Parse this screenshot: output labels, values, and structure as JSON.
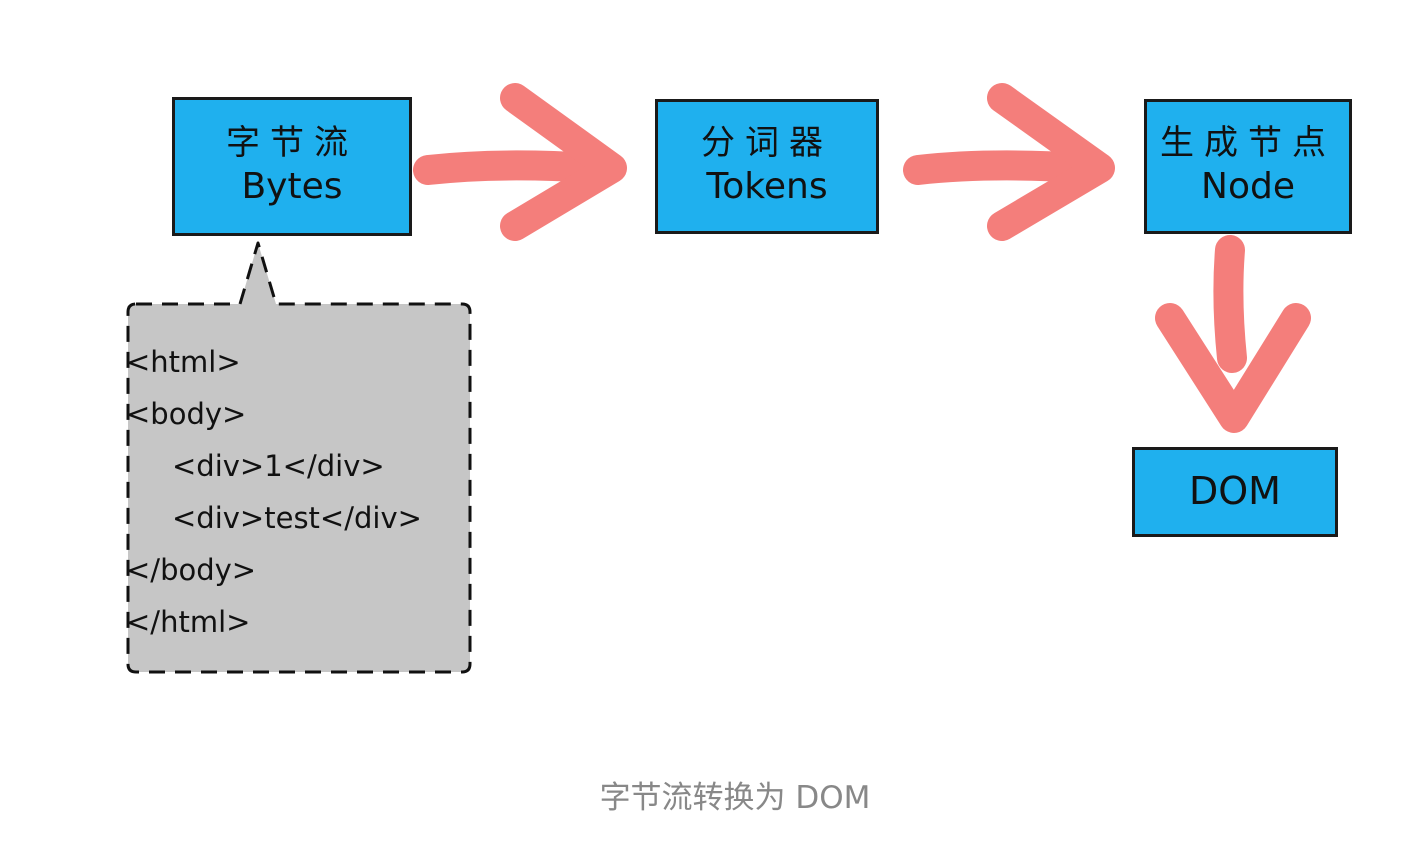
{
  "diagram": {
    "nodes": [
      {
        "id": "bytes",
        "title": "字节流",
        "subtitle": "Bytes"
      },
      {
        "id": "tokens",
        "title": "分词器",
        "subtitle": "Tokens"
      },
      {
        "id": "node",
        "title": "生成节点",
        "subtitle": "Node"
      },
      {
        "id": "dom",
        "title": "DOM"
      }
    ],
    "edges": [
      {
        "from": "bytes",
        "to": "tokens"
      },
      {
        "from": "tokens",
        "to": "node"
      },
      {
        "from": "node",
        "to": "dom"
      }
    ],
    "callout": {
      "attached_to": "bytes",
      "lines": [
        "<html>",
        "<body>",
        "<div>1</div>",
        "<div>test</div>",
        "</body>",
        "</html>"
      ]
    },
    "caption": "字节流转换为 DOM"
  },
  "colors": {
    "box_fill": "#1fb0ee",
    "box_border": "#1a1a1a",
    "arrow": "#f47e7b",
    "callout_fill": "#c6c6c6",
    "caption_text": "#888888"
  }
}
